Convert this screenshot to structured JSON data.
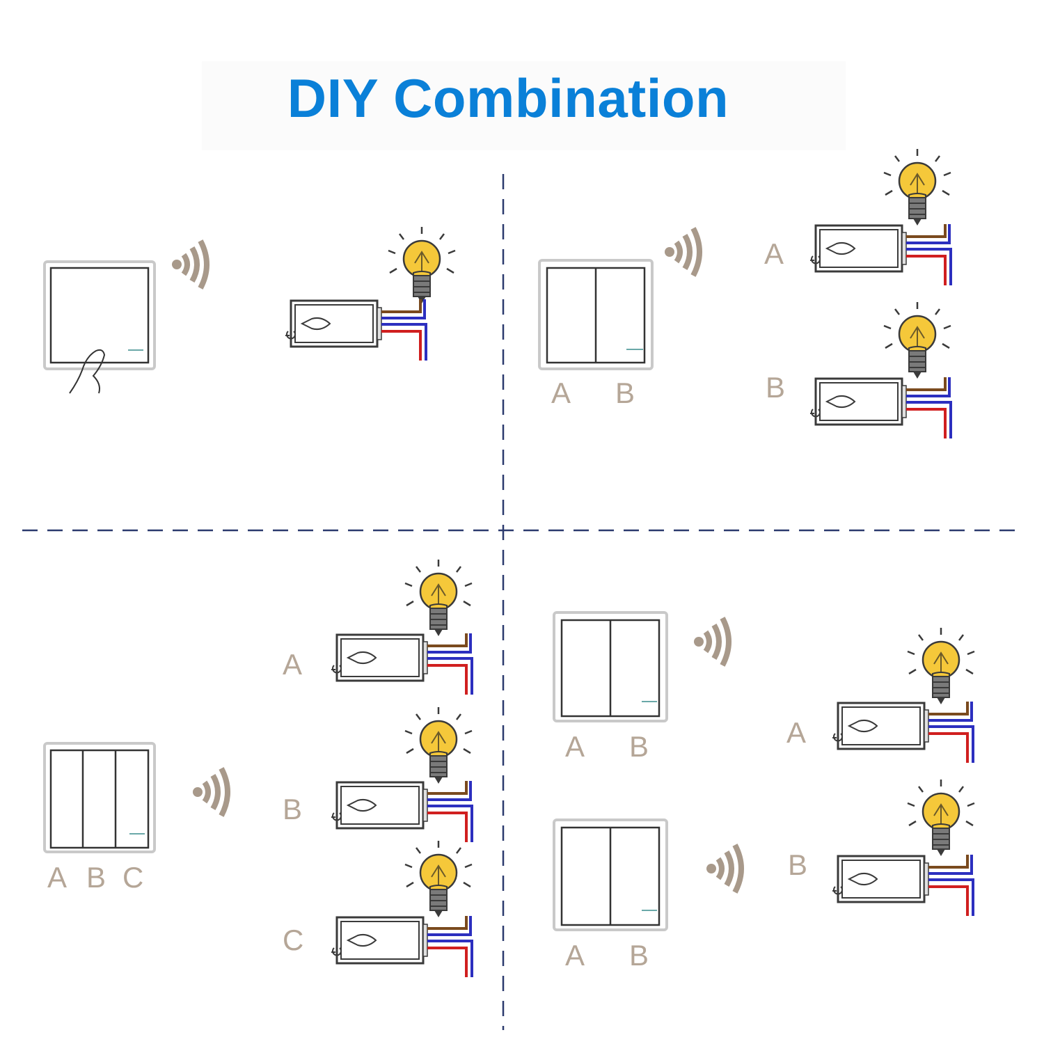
{
  "title": "DIY Combination",
  "colors": {
    "title": "#0a80d8",
    "divider": "#2b3a6e",
    "label": "#b5a697",
    "signal_wave": "#a8998a",
    "bulb": "#f5c83a",
    "wire_brown": "#7a4a1e",
    "wire_blue": "#2c2fbf",
    "wire_red": "#d01f1f"
  },
  "icons": [
    "wireless-signal-icon",
    "light-bulb-icon",
    "receiver-module-icon",
    "hand-pointer-icon",
    "wall-switch-icon"
  ],
  "scenarios": {
    "one_gang": {},
    "two_gang": {
      "switch_labels": [
        "A",
        "B"
      ],
      "receiver_labels": [
        "A",
        "B"
      ]
    },
    "three_gang": {
      "switch_labels": [
        "A",
        "B",
        "C"
      ],
      "receiver_labels": [
        "A",
        "B",
        "C"
      ]
    },
    "two_switches": {
      "switch1_labels": [
        "A",
        "B"
      ],
      "switch2_labels": [
        "A",
        "B"
      ],
      "receiver_labels": [
        "A",
        "B"
      ]
    }
  }
}
